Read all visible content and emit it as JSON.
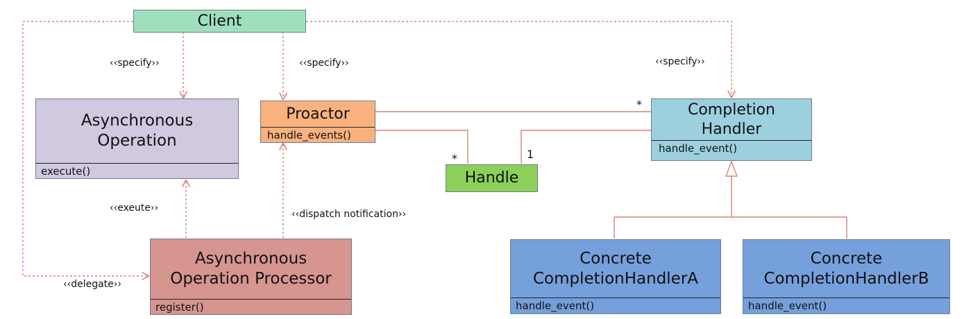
{
  "classes": {
    "client": {
      "name": "Client",
      "color": "#9fdfbe"
    },
    "async_op": {
      "name": "Asynchronous\nOperation",
      "op": "execute()",
      "color": "#d0c9df"
    },
    "proactor": {
      "name": "Proactor",
      "op": "handle_events()",
      "color": "#f9b27e"
    },
    "handle": {
      "name": "Handle",
      "color": "#8cd05a"
    },
    "completion_handler": {
      "name": "Completion\nHandler",
      "op": "handle_event()",
      "color": "#9dd0df"
    },
    "async_op_processor": {
      "name": "Asynchronous\nOperation Processor",
      "op": "register()",
      "color": "#d79590"
    },
    "concrete_a": {
      "name": "Concrete\nCompletionHandlerA",
      "op": "handle_event()",
      "color": "#76a0dc"
    },
    "concrete_b": {
      "name": "Concrete\nCompletionHandlerB",
      "op": "handle_event()",
      "color": "#76a0dc"
    }
  },
  "labels": {
    "specify_1": "‹‹specify››",
    "specify_2": "‹‹specify››",
    "specify_3": "‹‹specify››",
    "execute": "‹‹exeute››",
    "dispatch": "‹‹dispatch notification››",
    "delegate": "‹‹delegate››"
  },
  "multiplicities": {
    "proactor_to_handler": "*",
    "handle_proactor_side": "*",
    "handle_handler_side": "1"
  },
  "connector_color": "#d9807a"
}
